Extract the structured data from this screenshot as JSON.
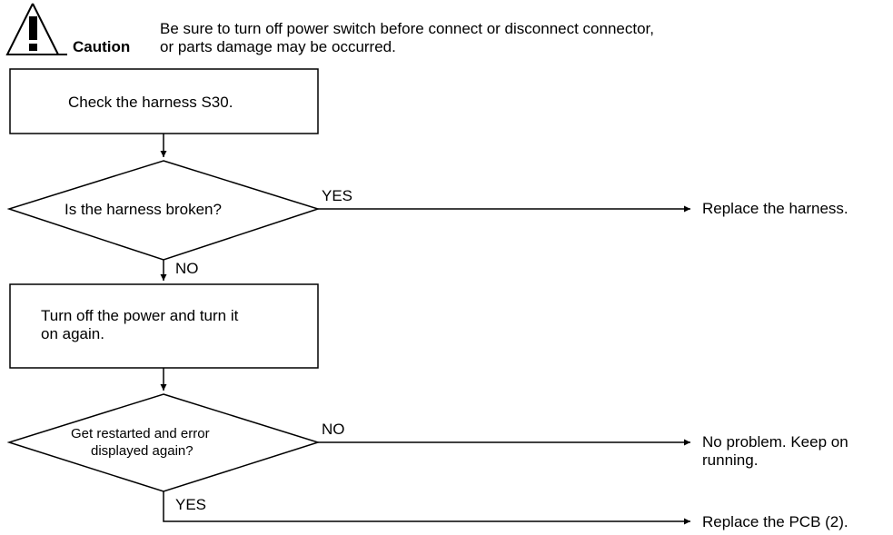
{
  "caution": {
    "label": "Caution",
    "line1": "Be sure to turn off power switch before connect or disconnect connector,",
    "line2": "or parts damage may be occurred."
  },
  "steps": {
    "check_harness": "Check the harness S30.",
    "harness_question": "Is the harness broken?",
    "harness_yes": "YES",
    "harness_no": "NO",
    "replace_harness": "Replace the harness.",
    "power_cycle_line1": "Turn off the power and turn it",
    "power_cycle_line2": "on again.",
    "restart_question_line1": "Get restarted and error",
    "restart_question_line2": "displayed again?",
    "restart_no": "NO",
    "restart_yes": "YES",
    "no_problem_line1": "No problem. Keep on",
    "no_problem_line2": "running.",
    "replace_pcb": "Replace the PCB (2)."
  }
}
